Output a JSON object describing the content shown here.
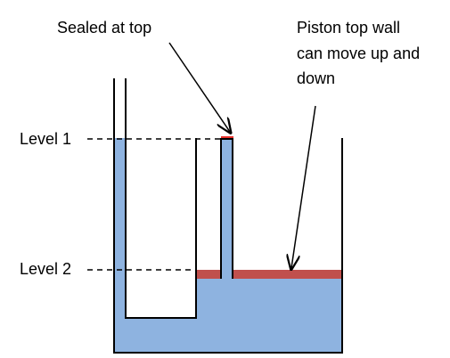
{
  "labels": {
    "sealed": "Sealed at top",
    "piston_line1": "Piston top wall",
    "piston_line2": "can move up and",
    "piston_line3": "down",
    "level1": "Level 1",
    "level2": "Level 2"
  },
  "colors": {
    "water": "#8EB3E0",
    "piston": "#C0504D",
    "seal": "#E8302A",
    "outline": "#000000",
    "background": "#ffffff"
  }
}
